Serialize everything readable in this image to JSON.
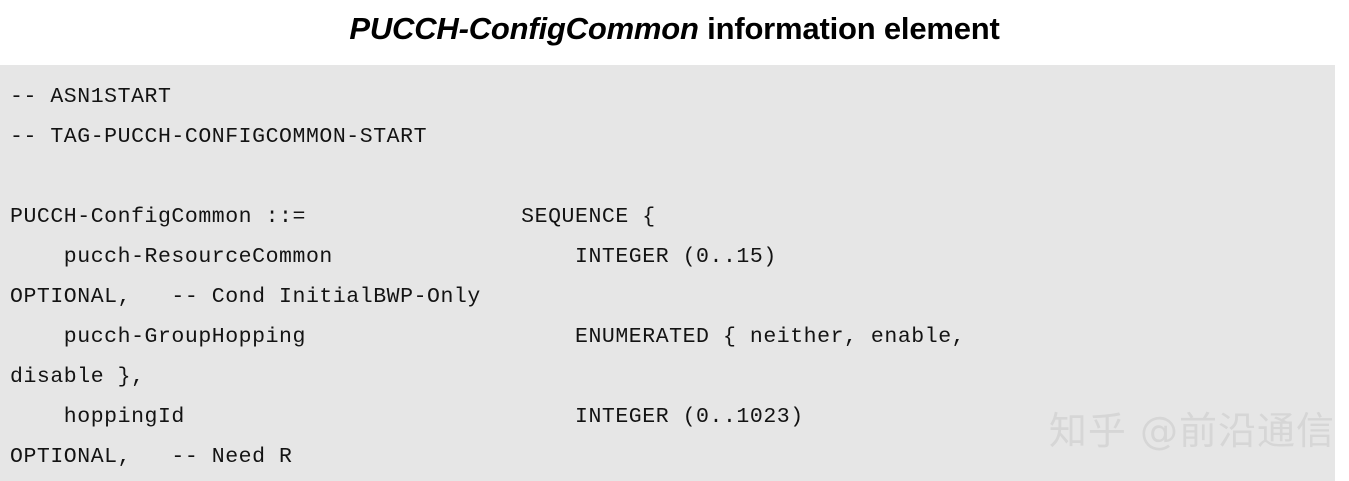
{
  "title": {
    "ie_name": "PUCCH-ConfigCommon",
    "suffix": " information element",
    "full": "PUCCH-ConfigCommon information element"
  },
  "asn1": {
    "background_color": "#e6e6e6",
    "text_color": "#131313",
    "lines": [
      "-- ASN1START",
      "-- TAG-PUCCH-CONFIGCOMMON-START",
      "",
      "PUCCH-ConfigCommon ::=                SEQUENCE {",
      "    pucch-ResourceCommon                  INTEGER (0..15)",
      "OPTIONAL,   -- Cond InitialBWP-Only",
      "    pucch-GroupHopping                    ENUMERATED { neither, enable,",
      "disable },",
      "    hoppingId                             INTEGER (0..1023)",
      "OPTIONAL,   -- Need R"
    ]
  },
  "watermark": {
    "text": "知乎 @前沿通信",
    "color": "#d6d6d6"
  }
}
